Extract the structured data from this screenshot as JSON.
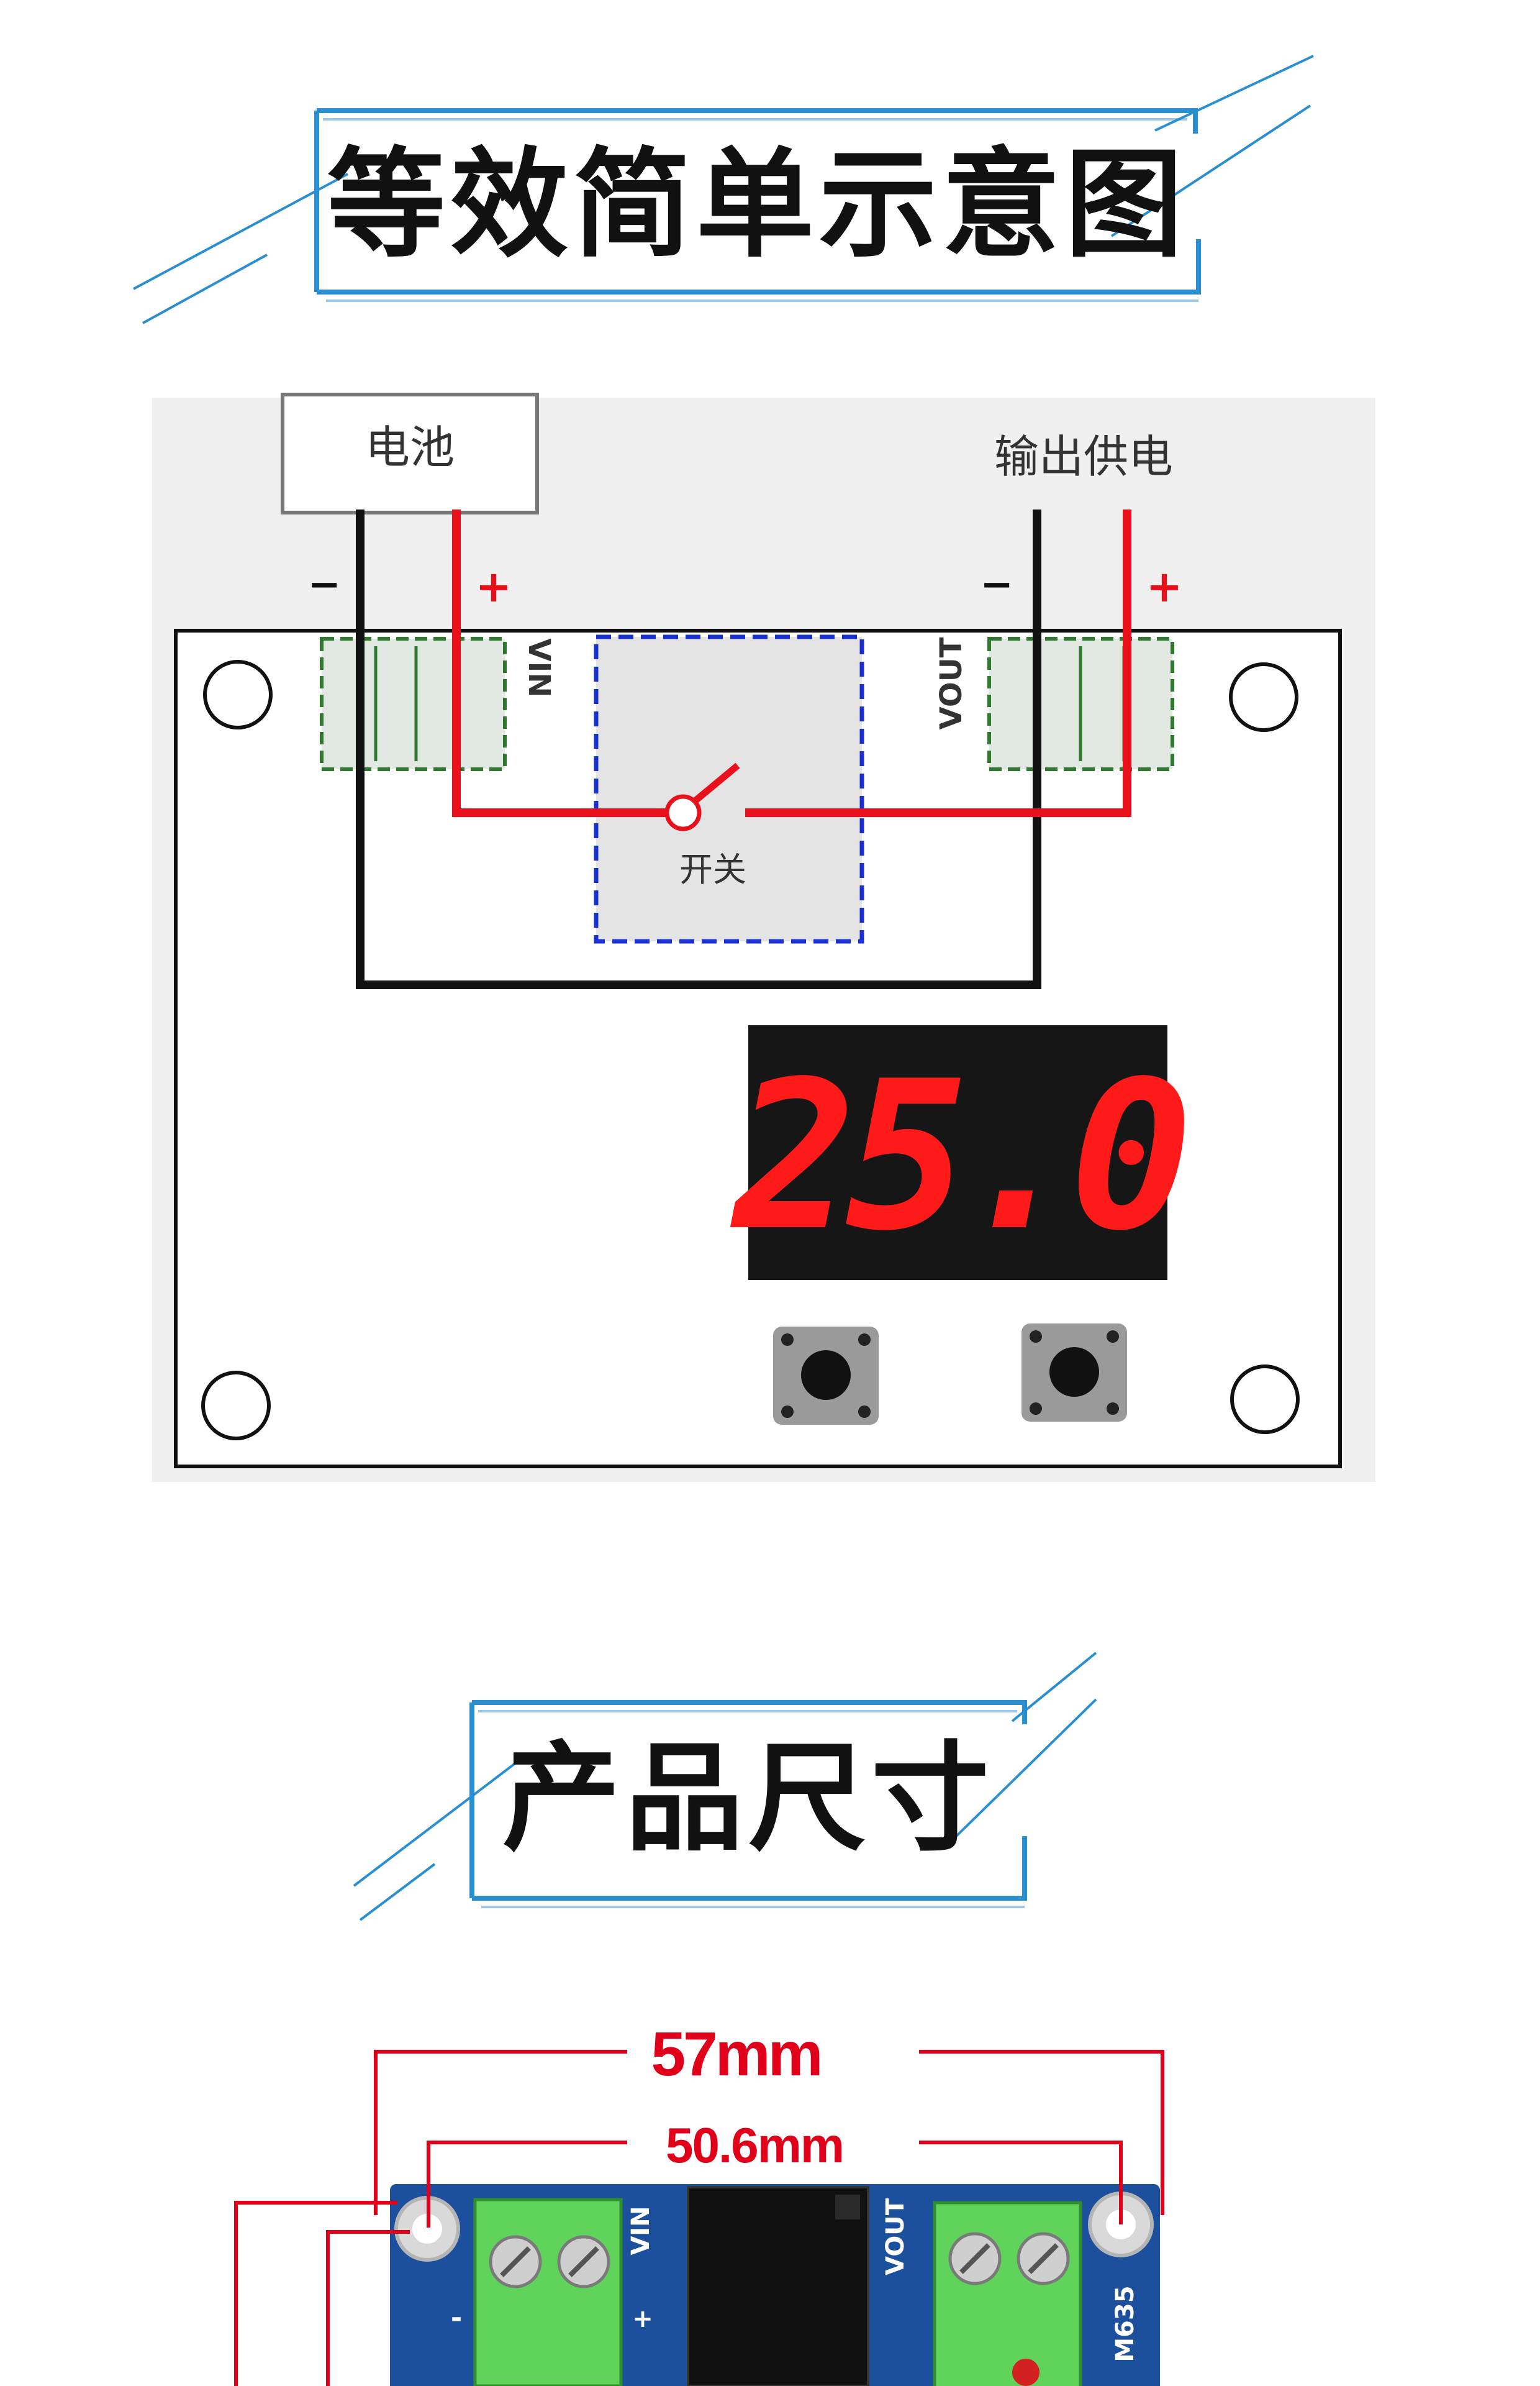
{
  "section1": {
    "title": "等效简单示意图"
  },
  "diagram": {
    "battery_label": "电池",
    "output_label": "输出供电",
    "in_minus": "−",
    "in_plus": "+",
    "out_minus": "−",
    "out_plus": "+",
    "vin_label": "VIN",
    "vout_label": "VOUT",
    "switch_label": "开关",
    "display_value": "25.0"
  },
  "section2": {
    "title": "产品尺寸"
  },
  "dimensions": {
    "outer_width": "57mm",
    "hole_spacing": "50.6mm",
    "vin_label": "VIN",
    "vout_label": "VOUT",
    "model_label": "M635",
    "pin_minus": "-",
    "pin_plus": "+"
  },
  "colors": {
    "accent_blue": "#2a8fd0",
    "wire_red": "#e8101a",
    "wire_black": "#111111",
    "switch_box": "#1a2fd0",
    "terminal_green": "#2f7a2f",
    "pcb_blue": "#1c4f9c",
    "dimension_red": "#e0001a"
  }
}
